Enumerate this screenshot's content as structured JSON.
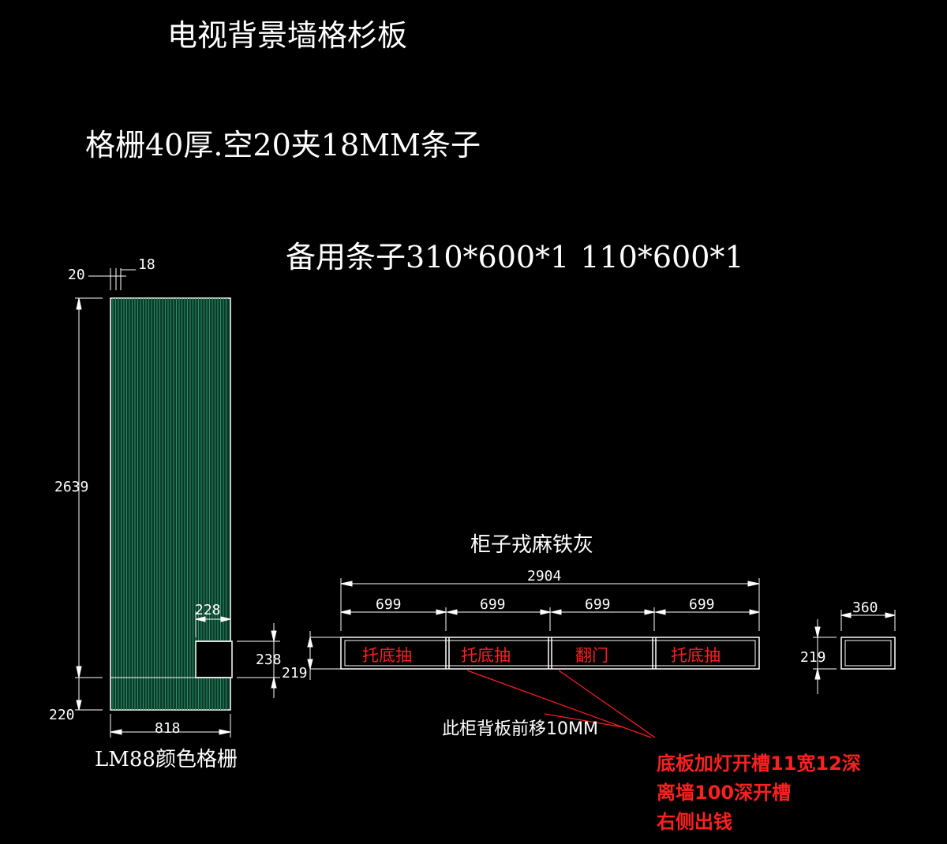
{
  "title": "电视背景墙格杉板",
  "spec_line": "格栅40厚.空20夹18MM条子",
  "spare_line": "备用条子310*600*1   110*600*1",
  "grille": {
    "caption": "LM88颜色格栅",
    "dims": {
      "gap": "20",
      "strip": "18",
      "height": "2639",
      "bottom": "220",
      "width": "818",
      "notch_w": "228",
      "notch_h": "238",
      "cab_h": "219"
    },
    "colors": {
      "fill": "#0a3a28",
      "line": "#2f8f6a"
    }
  },
  "cabinet": {
    "title": "柜子戎麻铁灰",
    "total": "2904",
    "sections": [
      {
        "width": "699",
        "label": "托底抽"
      },
      {
        "width": "699",
        "label": "托底抽"
      },
      {
        "width": "699",
        "label": "翻门"
      },
      {
        "width": "699",
        "label": "托底抽"
      }
    ],
    "back_note": "此柜背板前移10MM",
    "red_notes": [
      "底板加灯开槽11宽12深",
      "离墙100深开槽",
      "右侧出钱"
    ],
    "side": {
      "depth": "360",
      "height": "219"
    }
  },
  "colors": {
    "background": "#000000",
    "lines": "#ffffff",
    "accent": "#ff2020"
  }
}
